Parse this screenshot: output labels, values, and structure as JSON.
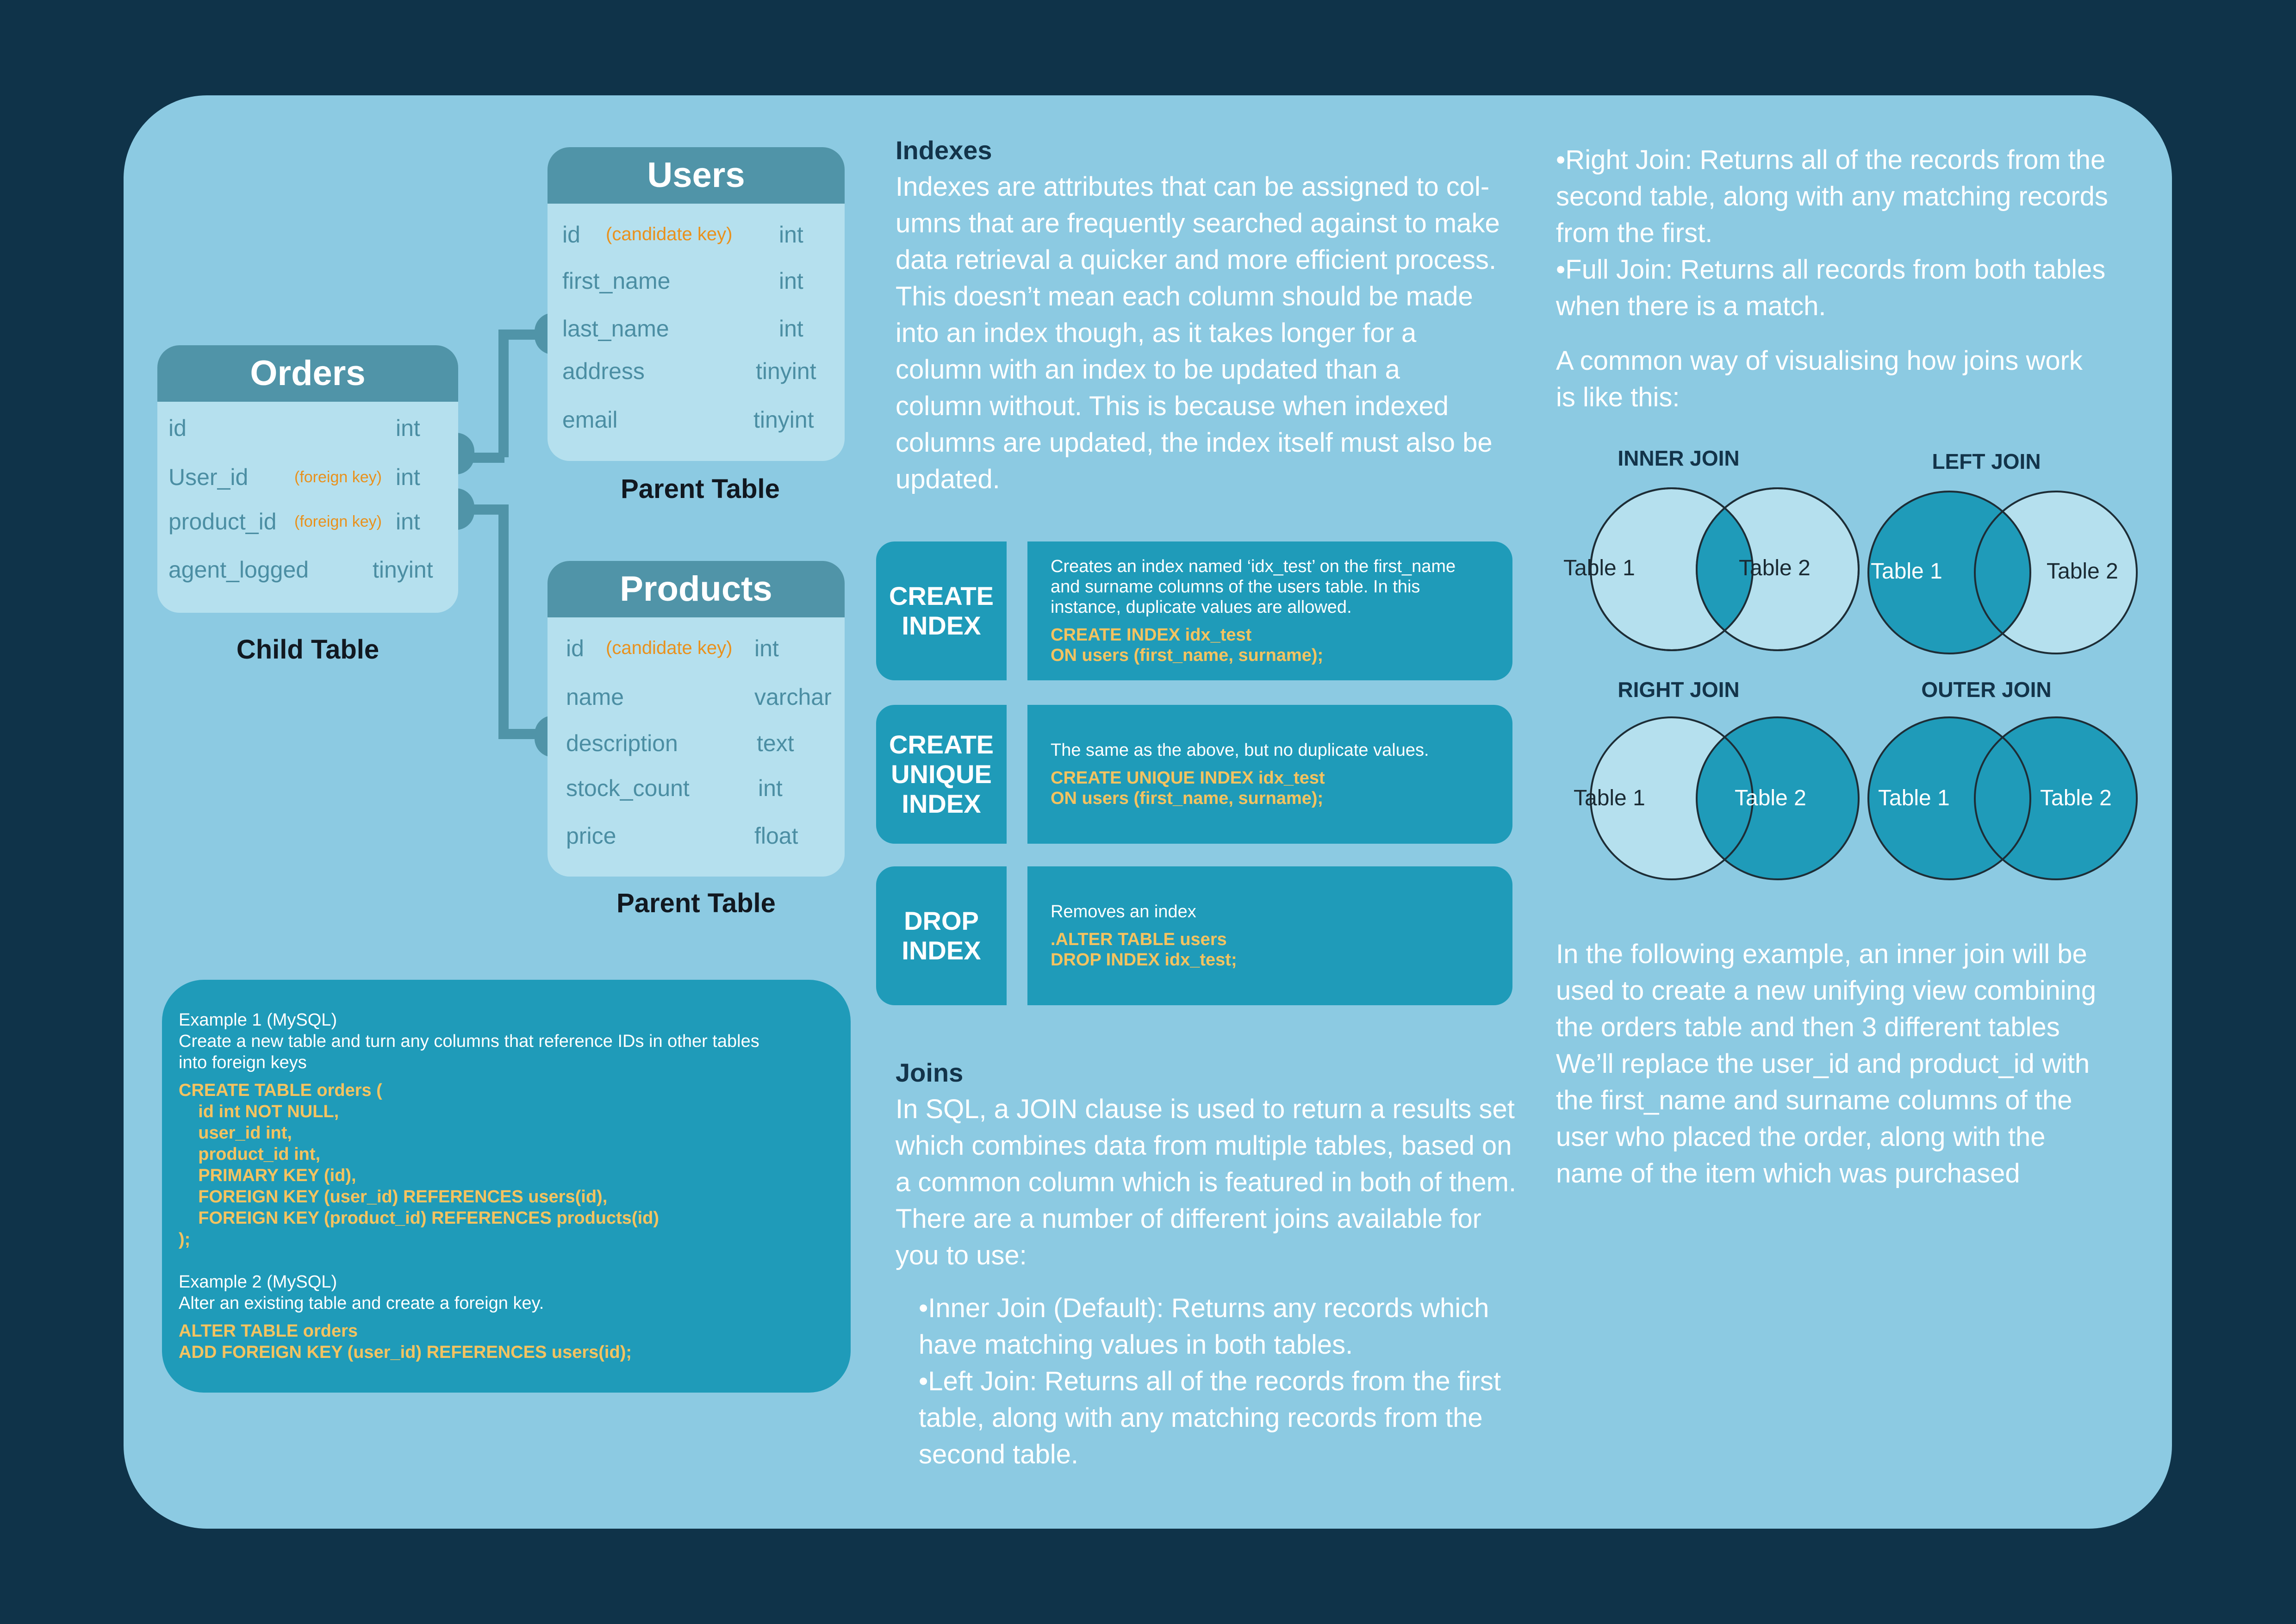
{
  "orders_table": {
    "title": "Orders",
    "caption": "Child Table",
    "rows": [
      {
        "field": "id",
        "key": "",
        "type": "int"
      },
      {
        "field": "User_id",
        "key": "(foreign key)",
        "type": "int"
      },
      {
        "field": "product_id",
        "key": "(foreign key)",
        "type": "int"
      },
      {
        "field": "agent_logged",
        "key": "",
        "type": "tinyint"
      }
    ]
  },
  "users_table": {
    "title": "Users",
    "caption": "Parent Table",
    "rows": [
      {
        "field": "id",
        "key": "(candidate key)",
        "type": "int"
      },
      {
        "field": "first_name",
        "key": "",
        "type": "int"
      },
      {
        "field": "last_name",
        "key": "",
        "type": "int"
      },
      {
        "field": "address",
        "key": "",
        "type": "tinyint"
      },
      {
        "field": "email",
        "key": "",
        "type": "tinyint"
      }
    ]
  },
  "products_table": {
    "title": "Products",
    "caption": "Parent Table",
    "rows": [
      {
        "field": "id",
        "key": "(candidate key)",
        "type": "int"
      },
      {
        "field": "name",
        "key": "",
        "type": "varchar"
      },
      {
        "field": "description",
        "key": "",
        "type": "text"
      },
      {
        "field": "stock_count",
        "key": "",
        "type": "int"
      },
      {
        "field": "price",
        "key": "",
        "type": "float"
      }
    ]
  },
  "indexes": {
    "heading": "Indexes",
    "body": "Indexes are attributes that can be assigned to col-|umns that are frequently searched against to make|data retrieval a quicker and more efficient process.|This doesn’t mean each column should be made|into an index though, as it takes longer for a|column with an index to be updated than a|column without. This is because when indexed|columns are updated, the index itself must also be|updated."
  },
  "index_commands": [
    {
      "label": "CREATE|INDEX",
      "desc": "Creates an index named ‘idx_test’ on the first_name|and surname columns of the users table. In this|instance, duplicate values are allowed.",
      "code": "CREATE INDEX idx_test|ON users (first_name, surname);"
    },
    {
      "label": "CREATE|UNIQUE|INDEX",
      "desc": "The same as the above, but no duplicate values.",
      "code": "CREATE UNIQUE INDEX idx_test|ON users (first_name, surname);"
    },
    {
      "label": "DROP|INDEX",
      "desc": "Removes an index",
      "code": ".ALTER TABLE users|DROP INDEX idx_test;"
    }
  ],
  "example": {
    "ex1_title": "Example 1 (MySQL)",
    "ex1_desc": "Create a new table and turn any columns that reference IDs in other tables|into foreign keys",
    "ex1_code": "CREATE TABLE orders (|    id int NOT NULL,|    user_id int,|    product_id int,|    PRIMARY KEY (id),|    FOREIGN KEY (user_id) REFERENCES users(id),|    FOREIGN KEY (product_id) REFERENCES products(id)|);",
    "ex2_title": "Example 2 (MySQL)",
    "ex2_desc": "Alter an existing table and create a foreign key.",
    "ex2_code": "ALTER TABLE orders|ADD FOREIGN KEY (user_id) REFERENCES users(id);"
  },
  "joins": {
    "heading": "Joins",
    "body": "In SQL, a JOIN clause is used to return a results set|which combines data from multiple tables, based on|a common column which is featured in both of them.|There are a number of different joins available for|you to use:",
    "bullets": "•Inner Join (Default): Returns any records which|have matching values in both tables.|•Left Join: Returns all of the records from the first|table, along with any matching records from the|second table."
  },
  "right_col": {
    "bullets": "•Right Join: Returns all of the records from the|second table, along with any matching records|from the first.|•Full Join: Returns all records from both tables|when there is a match.",
    "visual_intro": "A common way of visualising how joins work|is like this:",
    "example_text": "In the following example, an inner join will be|used to create a new unifying view combining|the orders table and then 3 different tables|We’ll replace the user_id and product_id with|the first_name and surname columns of the|user who placed the order, along with the|name of the item which was purchased"
  },
  "venn": [
    {
      "label": "INNER JOIN",
      "left": "Table 1",
      "right": "Table 2",
      "fill_left": false,
      "fill_right": false
    },
    {
      "label": "LEFT JOIN",
      "left": "Table 1",
      "right": "Table 2",
      "fill_left": true,
      "fill_right": false
    },
    {
      "label": "RIGHT JOIN",
      "left": "Table 1",
      "right": "Table 2",
      "fill_left": false,
      "fill_right": true
    },
    {
      "label": "OUTER JOIN",
      "left": "Table 1",
      "right": "Table 2",
      "fill_left": true,
      "fill_right": true
    }
  ],
  "colors": {
    "background": "#0f3349",
    "panel": "#8ccae2",
    "table_header": "#5094a8",
    "table_body": "#b5e0ee",
    "accent_teal": "#1f9bb9",
    "venn_light": "#b5e0ee",
    "code_yellow": "#f4c360",
    "key_orange": "#e9911c"
  }
}
